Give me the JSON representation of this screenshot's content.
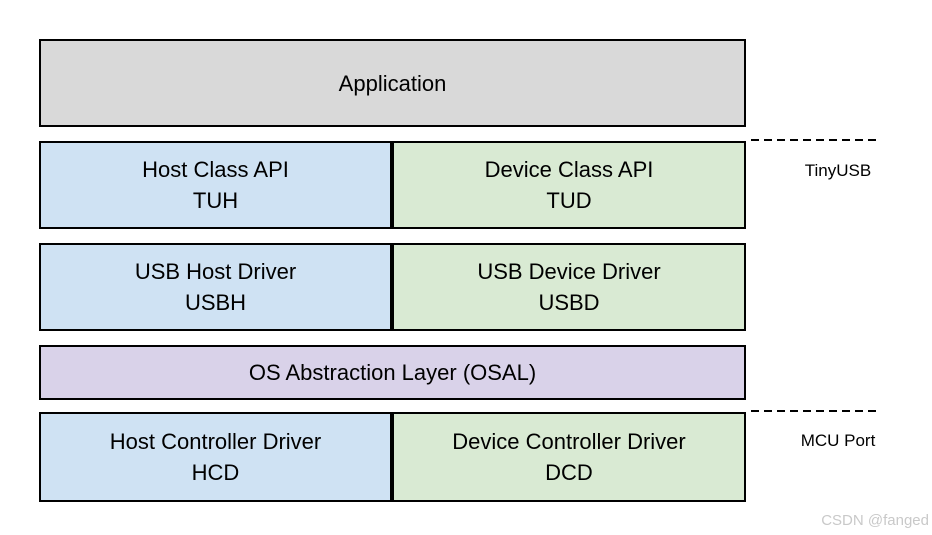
{
  "diagram": {
    "layers": {
      "application": {
        "label": "Application"
      },
      "host_class_api": {
        "title": "Host Class API",
        "abbr": "TUH"
      },
      "device_class_api": {
        "title": "Device Class API",
        "abbr": "TUD"
      },
      "usb_host_driver": {
        "title": "USB Host Driver",
        "abbr": "USBH"
      },
      "usb_device_driver": {
        "title": "USB Device Driver",
        "abbr": "USBD"
      },
      "osal": {
        "label": "OS Abstraction Layer (OSAL)"
      },
      "host_controller_driver": {
        "title": "Host Controller Driver",
        "abbr": "HCD"
      },
      "device_controller_driver": {
        "title": "Device Controller Driver",
        "abbr": "DCD"
      }
    },
    "annotations": {
      "tinyusb_label": "TinyUSB",
      "mcu_port_label": "MCU Port"
    },
    "watermark": "CSDN @fanged",
    "colors": {
      "application_fill": "#d9d9d9",
      "host_fill": "#cfe2f3",
      "device_fill": "#d9ead3",
      "osal_fill": "#d9d2e9",
      "border": "#000000",
      "watermark_text": "#c9c9c9"
    }
  }
}
